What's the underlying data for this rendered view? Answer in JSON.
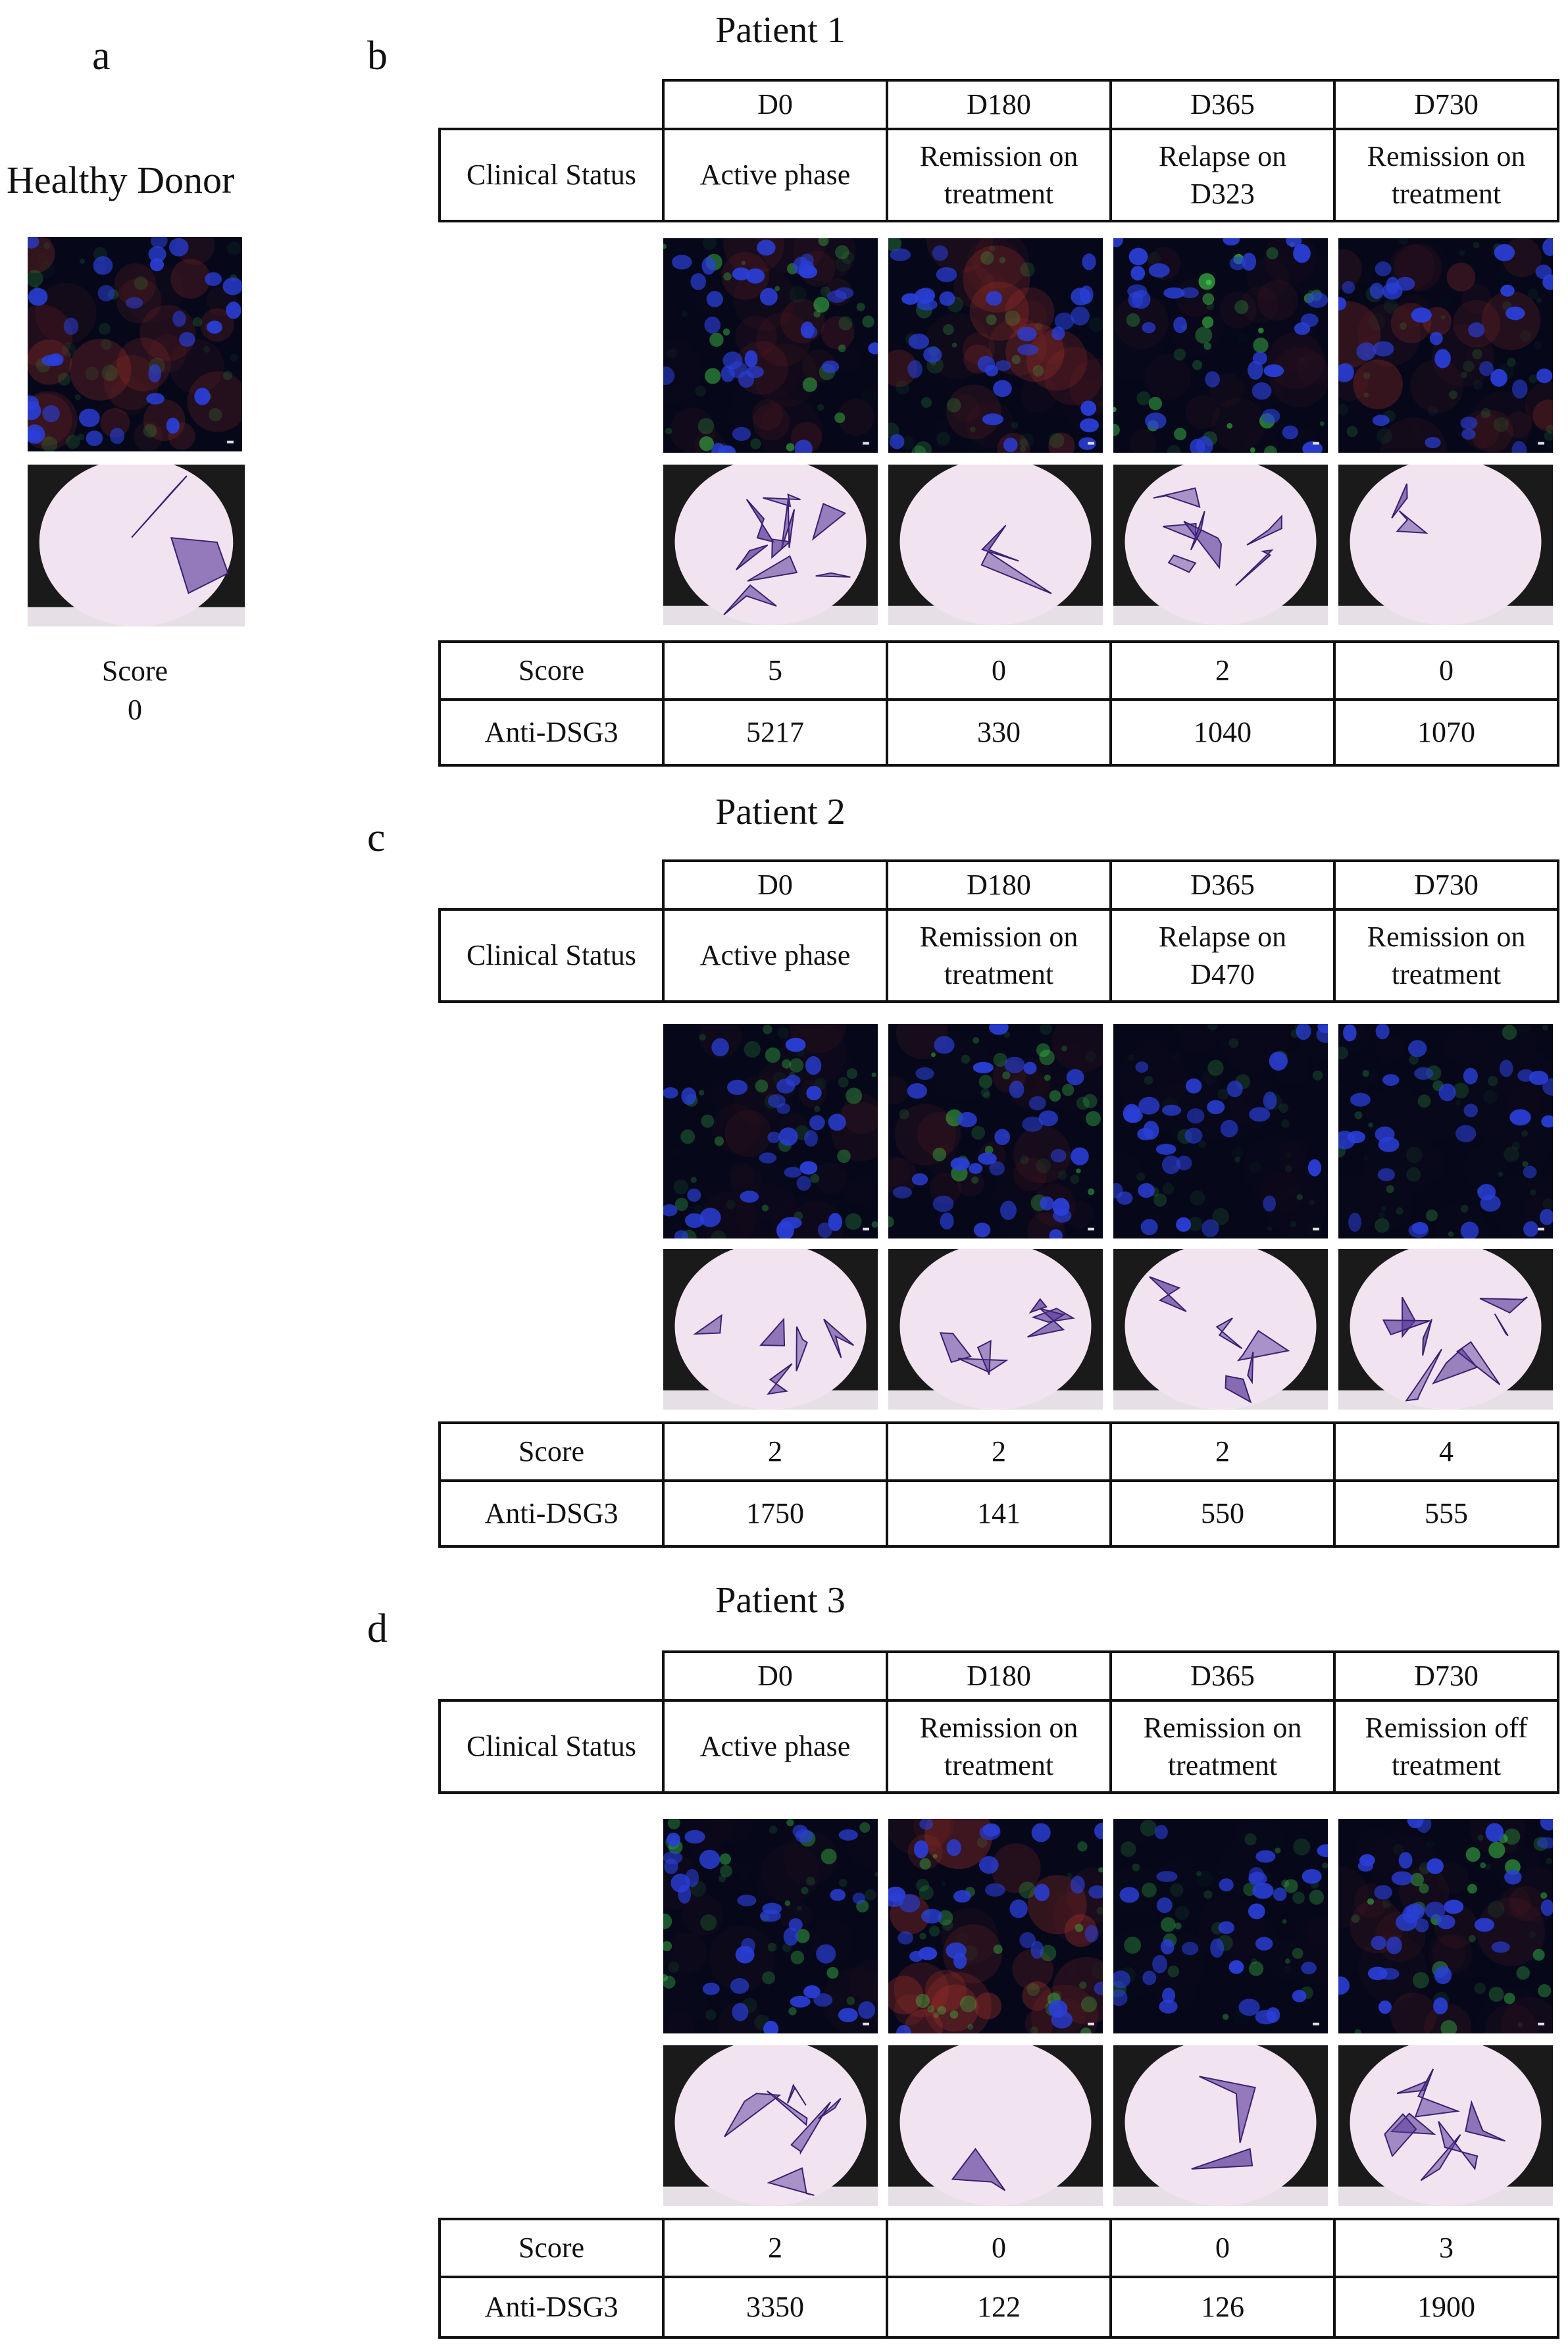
{
  "healthy_donor": {
    "letter": "a",
    "title": "Healthy Donor",
    "score_label": "Score",
    "score_value": "0"
  },
  "patients": [
    {
      "letter": "b",
      "title": "Patient 1",
      "timepoints": [
        "D0",
        "D180",
        "D365",
        "D730"
      ],
      "clinical_status_label": "Clinical Status",
      "clinical_status": [
        [
          "Active phase"
        ],
        [
          "Remission on",
          "treatment"
        ],
        [
          "Relapse on",
          "D323"
        ],
        [
          "Remission on",
          "treatment"
        ]
      ],
      "score_label": "Score",
      "scores": [
        "5",
        "0",
        "2",
        "0"
      ],
      "antibody_label": "Anti-DSG3",
      "antibody": [
        "5217",
        "330",
        "1040",
        "1070"
      ]
    },
    {
      "letter": "c",
      "title": "Patient 2",
      "timepoints": [
        "D0",
        "D180",
        "D365",
        "D730"
      ],
      "clinical_status_label": "Clinical Status",
      "clinical_status": [
        [
          "Active phase"
        ],
        [
          "Remission on",
          "treatment"
        ],
        [
          "Relapse on",
          "D470"
        ],
        [
          "Remission on",
          "treatment"
        ]
      ],
      "score_label": "Score",
      "scores": [
        "2",
        "2",
        "2",
        "4"
      ],
      "antibody_label": "Anti-DSG3",
      "antibody": [
        "1750",
        "141",
        "550",
        "555"
      ]
    },
    {
      "letter": "d",
      "title": "Patient 3",
      "timepoints": [
        "D0",
        "D180",
        "D365",
        "D730"
      ],
      "clinical_status_label": "Clinical Status",
      "clinical_status": [
        [
          "Active phase"
        ],
        [
          "Remission on",
          "treatment"
        ],
        [
          "Remission on",
          "treatment"
        ],
        [
          "Remission off",
          "treatment"
        ]
      ],
      "score_label": "Score",
      "scores": [
        "2",
        "0",
        "0",
        "3"
      ],
      "antibody_label": "Anti-DSG3",
      "antibody": [
        "3350",
        "122",
        "126",
        "1900"
      ]
    }
  ]
}
